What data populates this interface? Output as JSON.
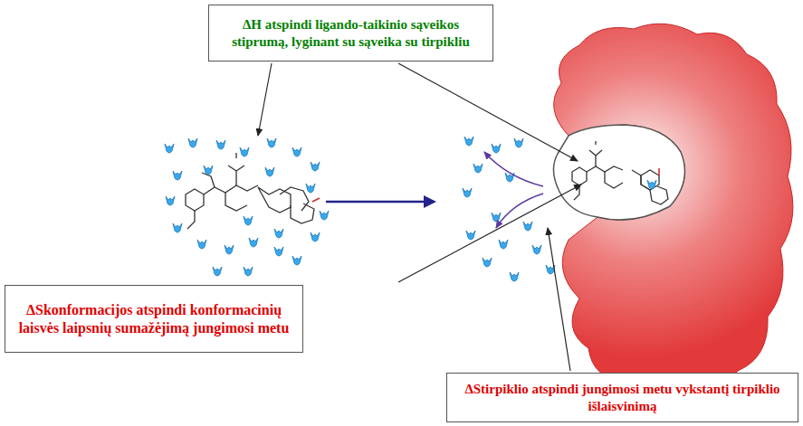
{
  "diagram": {
    "nodes": [
      {
        "text": [
          "ΔH atspindi ligando-taikinio sąveikos stiprumą, lyginant su sąveika su tirpikliu"
        ]
      },
      {
        "text": [
          "ΔSkonformacijos atspindi konformacinių laisvės laipsnių sumažėjimą jungimosi metu"
        ]
      },
      {
        "text": [
          "ΔStirpiklio atspindi jungimosi metu vykstantį tirpiklio išlaisvinimą"
        ]
      }
    ]
  }
}
